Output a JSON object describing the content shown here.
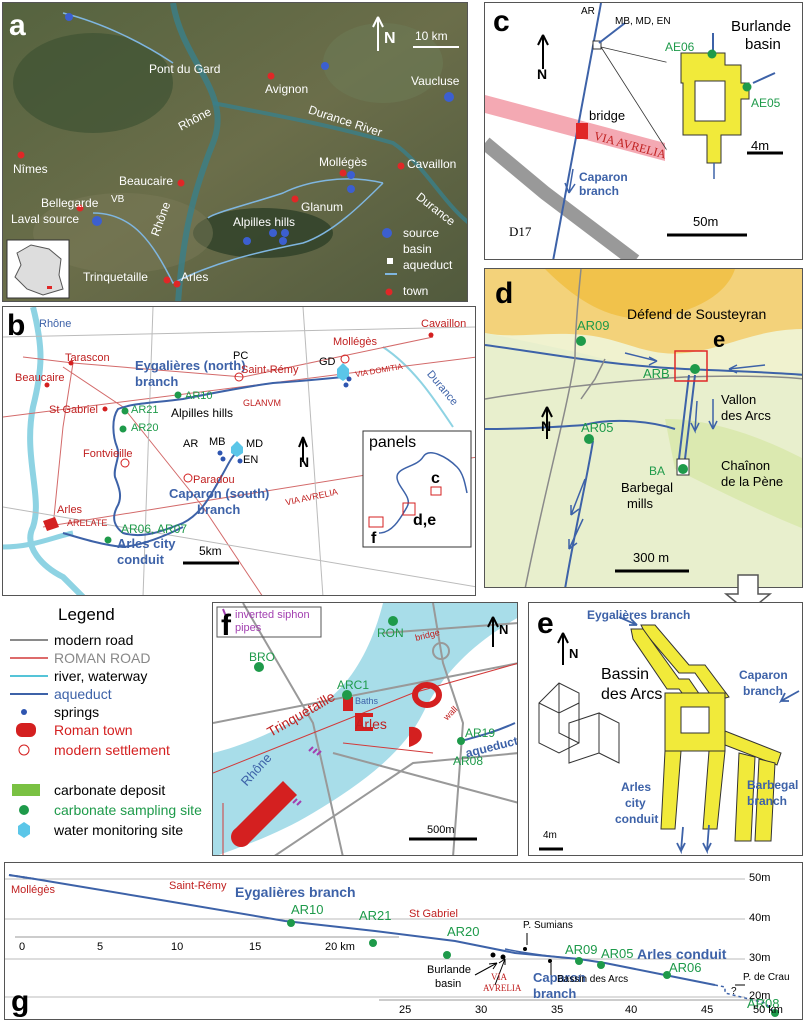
{
  "panel_a": {
    "letter": "a",
    "scale": "10 km",
    "places": {
      "pont_du_gard": "Pont du Gard",
      "avignon": "Avignon",
      "vaucluse": "Vaucluse",
      "rhone_top": "Rhône",
      "durance_river": "Durance River",
      "nimes": "Nîmes",
      "beaucaire": "Beaucaire",
      "molleges": "Mollégès",
      "cavaillon": "Cavaillon",
      "vb": "VB",
      "bellegarde": "Bellegarde",
      "laval": "Laval source",
      "rhone_mid": "Rhône",
      "glanum": "Glanum",
      "alpilles": "Alpilles hills",
      "durance": "Durance",
      "trinquetaille": "Trinquetaille",
      "arles": "Arles"
    },
    "legend": [
      "source",
      "basin",
      "aqueduct",
      "town"
    ]
  },
  "panel_b": {
    "letter": "b",
    "labels": {
      "rhone": "Rhône",
      "tarascon": "Tarascon",
      "beaucaire": "Beaucaire",
      "eygalieres": "Eygalières (north)",
      "branch": "branch",
      "pc": "PC",
      "saint_remy": "Saint-Rémy",
      "molleges": "Mollégès",
      "gd": "GD",
      "cavaillon": "Cavaillon",
      "via_domitia": "VIA DOMITIA",
      "durance": "Durance",
      "st_gabriel": "St Gabriel",
      "ar21": "AR21",
      "ar20": "AR20",
      "ar10": "AR10",
      "alpilles": "Alpilles hills",
      "glanvm": "GLANVM",
      "fontvieille": "Fontvieille",
      "ar": "AR",
      "mb": "MB",
      "md": "MD",
      "en": "EN",
      "paradou": "Paradou",
      "caparon": "Caparon (south)",
      "branch2": "branch",
      "via_avrelia": "VIA AVRELIA",
      "arles": "Arles",
      "arelate": "ARELATE",
      "ar06": "AR06, AR07",
      "arles_city": "Arles city",
      "conduit": "conduit",
      "scale": "5km",
      "panels": "panels",
      "inset_c": "c",
      "inset_de": "d,e",
      "inset_f": "f"
    }
  },
  "panel_c": {
    "letter": "c",
    "labels": {
      "ar": "AR",
      "mb": "MB, MD, EN",
      "burlande": "Burlande",
      "basin": "basin",
      "ae06": "AE06",
      "ae05": "AE05",
      "bridge": "bridge",
      "via_avrelia": "VIA AVRELIA",
      "caparon": "Caparon",
      "branch": "branch",
      "scale_small": "4m",
      "scale": "50m",
      "d17": "D17"
    }
  },
  "panel_d": {
    "letter": "d",
    "labels": {
      "defend": "Défend de Sousteyran",
      "ar09": "AR09",
      "e": "e",
      "arb": "ARB",
      "vallon": "Vallon",
      "des_arcs": "des Arcs",
      "ar05": "AR05",
      "ba": "BA",
      "chainon": "Chaînon",
      "de_la_pene": "de la Pène",
      "barbegal": "Barbegal",
      "mills": "mills",
      "scale": "300 m"
    }
  },
  "legend": {
    "title": "Legend",
    "items": [
      {
        "label": "modern road",
        "color": "#8a8a8a"
      },
      {
        "label": "ROMAN ROAD",
        "color": "#d23a3a"
      },
      {
        "label": "river, waterway",
        "color": "#55c4d8"
      },
      {
        "label": "aqueduct",
        "color": "#3d62a8"
      },
      {
        "label": "springs",
        "color": "#2e55b0"
      },
      {
        "label": "Roman town",
        "color": "#d42020"
      },
      {
        "label": "modern settlement",
        "color": "#d42020"
      },
      {
        "label": "carbonate deposit",
        "color": "#7ac143"
      },
      {
        "label": "carbonate sampling site",
        "color": "#1e9a4a"
      },
      {
        "label": "water monitoring site",
        "color": "#5bc6e8"
      }
    ]
  },
  "panel_f": {
    "letter": "f",
    "labels": {
      "inverted": "inverted siphon",
      "pipes": "pipes",
      "ron": "RON",
      "bridge": "bridge",
      "bro": "BRO",
      "arc1": "ARC1",
      "baths": "Baths",
      "trinquetaille": "Trinquetaille",
      "arles": "Arles",
      "wall": "wall",
      "rhone": "Rhône",
      "ar19": "AR19",
      "aqueduct": "aqueduct",
      "ar08": "AR08",
      "scale": "500m"
    }
  },
  "panel_e": {
    "letter": "e",
    "labels": {
      "eygalieres": "Eygalières branch",
      "bassin": "Bassin",
      "des_arcs": "des Arcs",
      "caparon": "Caparon",
      "branch": "branch",
      "arles": "Arles",
      "city": "city",
      "conduit": "conduit",
      "barbegal": "Barbegal",
      "branch2": "branch",
      "scale": "4m"
    }
  },
  "panel_g": {
    "letter": "g",
    "labels": {
      "molleges": "Mollégès",
      "saint_remy": "Saint-Rémy",
      "eygalieres": "Eygalières branch",
      "ar10": "AR10",
      "ar21": "AR21",
      "st_gabriel": "St Gabriel",
      "ar20": "AR20",
      "p_sumians": "P. Sumians",
      "ar09": "AR09",
      "ar05": "AR05",
      "arles_conduit": "Arles conduit",
      "ar06": "AR06",
      "p_de_crau": "P. de Crau",
      "q": "?",
      "ar08": "AR08",
      "burlande": "Burlande",
      "basin": "basin",
      "via": "VIA",
      "avrelia": "AVRELIA",
      "caparon": "Caparon",
      "branch": "branch",
      "bassin_des_arcs": "Bassin des Arcs",
      "km_unit": "20 km"
    },
    "elev_ticks": [
      "50m",
      "40m",
      "30m",
      "20m"
    ],
    "top_ticks": [
      "0",
      "5",
      "10",
      "15"
    ],
    "bottom_ticks": [
      "25",
      "30",
      "35",
      "40",
      "45",
      "50 km"
    ]
  }
}
